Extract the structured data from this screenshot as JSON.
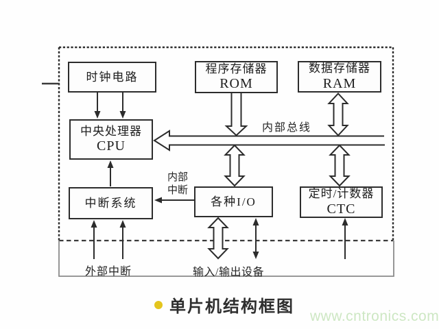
{
  "diagram": {
    "boxes": {
      "clock": {
        "label": "时钟电路"
      },
      "rom": {
        "line1": "程序存储器",
        "line2": "ROM"
      },
      "ram": {
        "line1": "数据存储器",
        "line2": "RAM"
      },
      "cpu": {
        "line1": "中央处理器",
        "line2": "CPU"
      },
      "interrupt": {
        "label": "中断系统"
      },
      "io": {
        "label": "各种I/O"
      },
      "ctc": {
        "line1": "定时/计数器",
        "line2": "CTC"
      }
    },
    "labels": {
      "internal_bus": "内部总线",
      "internal_interrupt": "内部 中断",
      "external_interrupt": "外部中断",
      "io_devices": "输入/输出设备"
    },
    "caption": "单片机结构框图",
    "watermark": "www.cntronics.com",
    "colors": {
      "line": "#2c2c2c",
      "footer_line": "#8a8a8a",
      "caption_bullet": "#e4c51e",
      "watermark_text": "#cde7c3"
    }
  }
}
